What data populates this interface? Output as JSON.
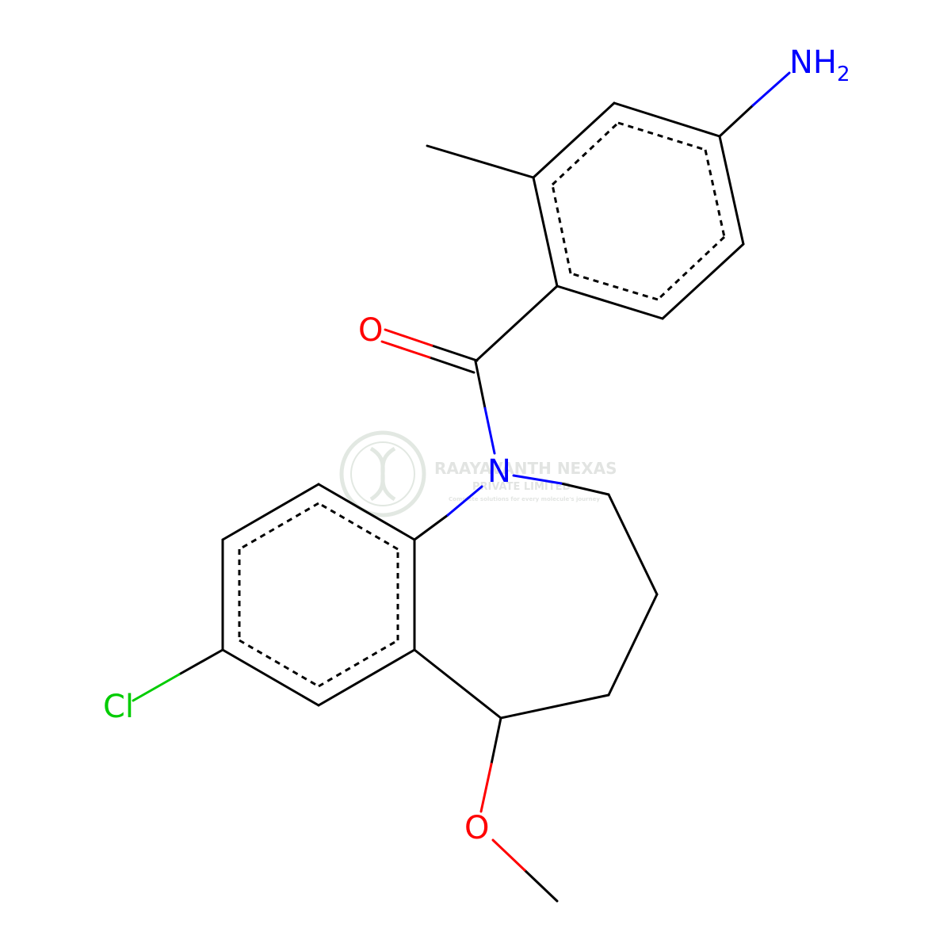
{
  "atoms": {
    "nh2_main": "NH",
    "nh2_sub": "2",
    "carbonyl_o": "O",
    "ring_n": "N",
    "chlorine": "Cl",
    "ether_o": "O"
  },
  "watermark": {
    "line1": "RAAYAVANTH NEXAS",
    "line2": "PRIVATE LIMITED",
    "tagline": "Complete solutions for every molecule's journey"
  },
  "colors": {
    "bond": "#000000",
    "nitrogen": "#0000ff",
    "oxygen": "#ff0000",
    "chlorine": "#00cc00",
    "watermark": "#9aa59a"
  }
}
